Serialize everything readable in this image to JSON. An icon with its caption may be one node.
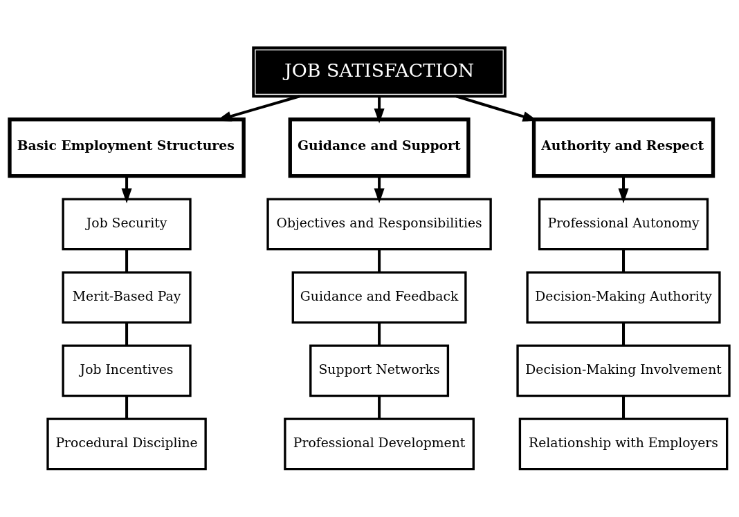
{
  "diagram": {
    "nodes": [
      {
        "text": [
          "JOB SATISFACTION"
        ]
      },
      {
        "text": [
          "Basic Employment Structures"
        ]
      },
      {
        "text": [
          "Guidance and Support"
        ]
      },
      {
        "text": [
          "Authority and Respect"
        ]
      },
      {
        "text": [
          "Job Security"
        ]
      },
      {
        "text": [
          "Merit-Based Pay"
        ]
      },
      {
        "text": [
          "Job Incentives"
        ]
      },
      {
        "text": [
          "Procedural Discipline"
        ]
      },
      {
        "text": [
          "Objectives and Responsibilities"
        ]
      },
      {
        "text": [
          "Guidance and Feedback"
        ]
      },
      {
        "text": [
          "Support Networks"
        ]
      },
      {
        "text": [
          "Professional Development"
        ]
      },
      {
        "text": [
          "Professional Autonomy"
        ]
      },
      {
        "text": [
          "Decision-Making Authority"
        ]
      },
      {
        "text": [
          "Decision-Making Involvement"
        ]
      },
      {
        "text": [
          "Relationship with Employers"
        ]
      }
    ],
    "edges": [
      {
        "from": 0,
        "to": 1,
        "arrow": "to"
      },
      {
        "from": 0,
        "to": 2,
        "arrow": "to"
      },
      {
        "from": 0,
        "to": 3,
        "arrow": "to"
      },
      {
        "from": 1,
        "to": 4,
        "arrow": "to"
      },
      {
        "from": 4,
        "to": 5,
        "arrow": "none"
      },
      {
        "from": 5,
        "to": 6,
        "arrow": "none"
      },
      {
        "from": 6,
        "to": 7,
        "arrow": "none"
      },
      {
        "from": 2,
        "to": 8,
        "arrow": "to"
      },
      {
        "from": 8,
        "to": 9,
        "arrow": "none"
      },
      {
        "from": 9,
        "to": 10,
        "arrow": "none"
      },
      {
        "from": 10,
        "to": 11,
        "arrow": "none"
      },
      {
        "from": 3,
        "to": 12,
        "arrow": "to"
      },
      {
        "from": 12,
        "to": 13,
        "arrow": "none"
      },
      {
        "from": 13,
        "to": 14,
        "arrow": "none"
      },
      {
        "from": 14,
        "to": 15,
        "arrow": "none"
      }
    ]
  }
}
